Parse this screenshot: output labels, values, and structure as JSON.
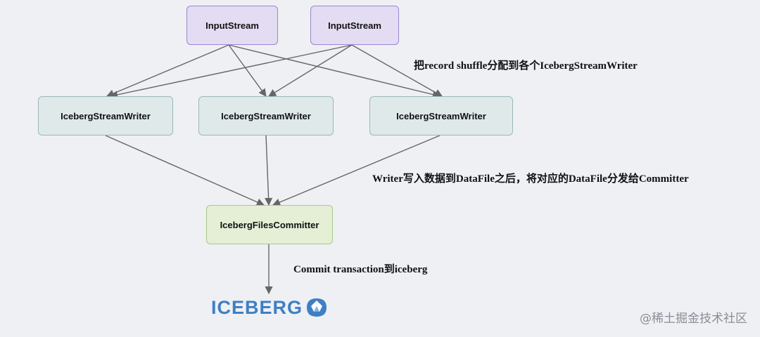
{
  "diagram": {
    "nodes": {
      "input_1": "InputStream",
      "input_2": "InputStream",
      "writer_1": "IcebergStreamWriter",
      "writer_2": "IcebergStreamWriter",
      "writer_3": "IcebergStreamWriter",
      "committer": "IcebergFilesCommitter"
    },
    "annotations": {
      "shuffle": "把record shuffle分配到各个IcebergStreamWriter",
      "writer_to_committer": "Writer写入数据到DataFile之后，将对应的DataFile分发给Committer",
      "commit": "Commit transaction到iceberg"
    },
    "logo_text": "ICEBERG",
    "watermark": "@稀土掘金技术社区",
    "colors": {
      "input_fill": "#e3dcf3",
      "input_border": "#9b86cf",
      "writer_fill": "#dfe9ea",
      "writer_border": "#9bb8bb",
      "committer_fill": "#e4efd6",
      "committer_border": "#a8c98a",
      "logo_blue": "#3f7fc4",
      "edge": "#666666"
    }
  }
}
